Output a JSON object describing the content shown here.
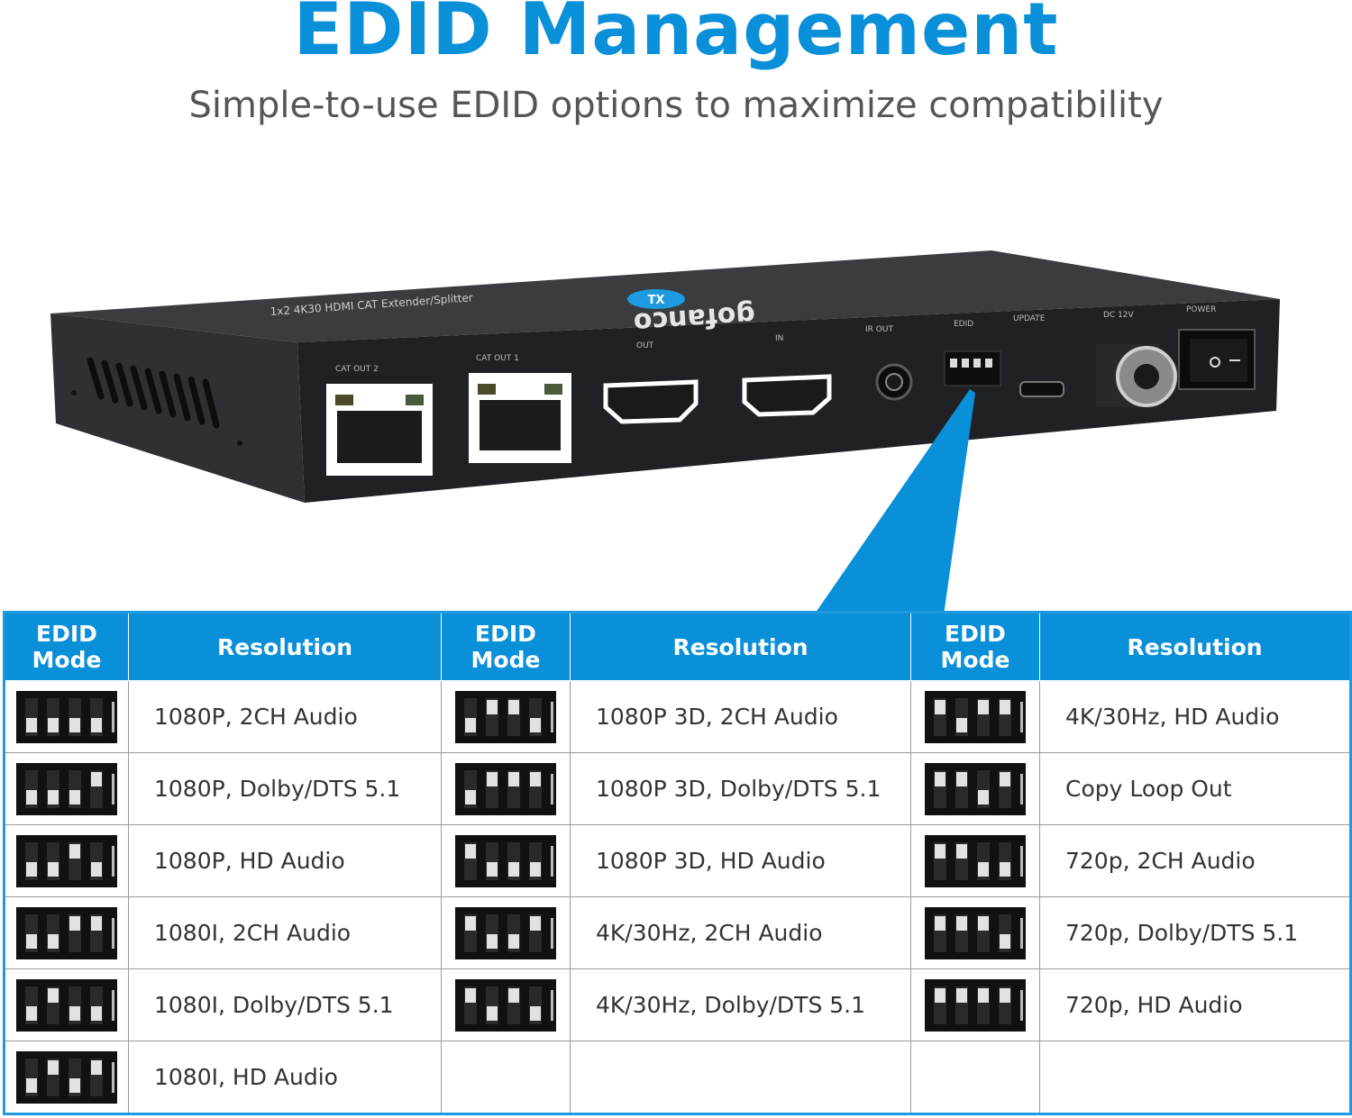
{
  "title": "EDID Management",
  "subtitle": "Simple-to-use EDID options to maximize compatibility",
  "device": {
    "brand": "gofanco",
    "badge": "TX",
    "top_label": "1x2 4K30 HDMI CAT Extender/Splitter",
    "port_labels": [
      "CAT OUT 2",
      "CAT OUT 1",
      "OUT",
      "IN",
      "IR OUT",
      "EDID",
      "UPDATE",
      "DC 12V",
      "POWER"
    ],
    "power_switch": "O —"
  },
  "table": {
    "headers": [
      "EDID Mode",
      "Resolution",
      "EDID Mode",
      "Resolution",
      "EDID Mode",
      "Resolution"
    ],
    "columns": [
      [
        {
          "resolution": "1080P, 2CH Audio",
          "switches": [
            0,
            0,
            0,
            0
          ]
        },
        {
          "resolution": "1080P, Dolby/DTS 5.1",
          "switches": [
            0,
            0,
            0,
            1
          ]
        },
        {
          "resolution": "1080P, HD Audio",
          "switches": [
            0,
            0,
            1,
            0
          ]
        },
        {
          "resolution": "1080I, 2CH Audio",
          "switches": [
            0,
            0,
            1,
            1
          ]
        },
        {
          "resolution": "1080I, Dolby/DTS 5.1",
          "switches": [
            0,
            1,
            0,
            0
          ]
        },
        {
          "resolution": "1080I, HD Audio",
          "switches": [
            0,
            1,
            0,
            1
          ]
        }
      ],
      [
        {
          "resolution": "1080P 3D, 2CH Audio",
          "switches": [
            0,
            1,
            1,
            0
          ]
        },
        {
          "resolution": "1080P 3D, Dolby/DTS 5.1",
          "switches": [
            0,
            1,
            1,
            1
          ]
        },
        {
          "resolution": "1080P 3D, HD Audio",
          "switches": [
            1,
            0,
            0,
            0
          ]
        },
        {
          "resolution": "4K/30Hz, 2CH Audio",
          "switches": [
            1,
            0,
            0,
            1
          ]
        },
        {
          "resolution": "4K/30Hz, Dolby/DTS 5.1",
          "switches": [
            1,
            0,
            1,
            0
          ]
        }
      ],
      [
        {
          "resolution": "4K/30Hz, HD Audio",
          "switches": [
            1,
            0,
            1,
            1
          ]
        },
        {
          "resolution": "Copy Loop Out",
          "switches": [
            1,
            1,
            0,
            1
          ]
        },
        {
          "resolution": "720p, 2CH Audio",
          "switches": [
            1,
            1,
            0,
            0
          ]
        },
        {
          "resolution": "720p, Dolby/DTS 5.1",
          "switches": [
            1,
            1,
            1,
            0
          ]
        },
        {
          "resolution": "720p, HD Audio",
          "switches": [
            1,
            1,
            1,
            1
          ]
        }
      ]
    ]
  },
  "colors": {
    "accent": "#0a8fd9",
    "device_body": "#2b2d30",
    "switch_bg": "#111111"
  }
}
